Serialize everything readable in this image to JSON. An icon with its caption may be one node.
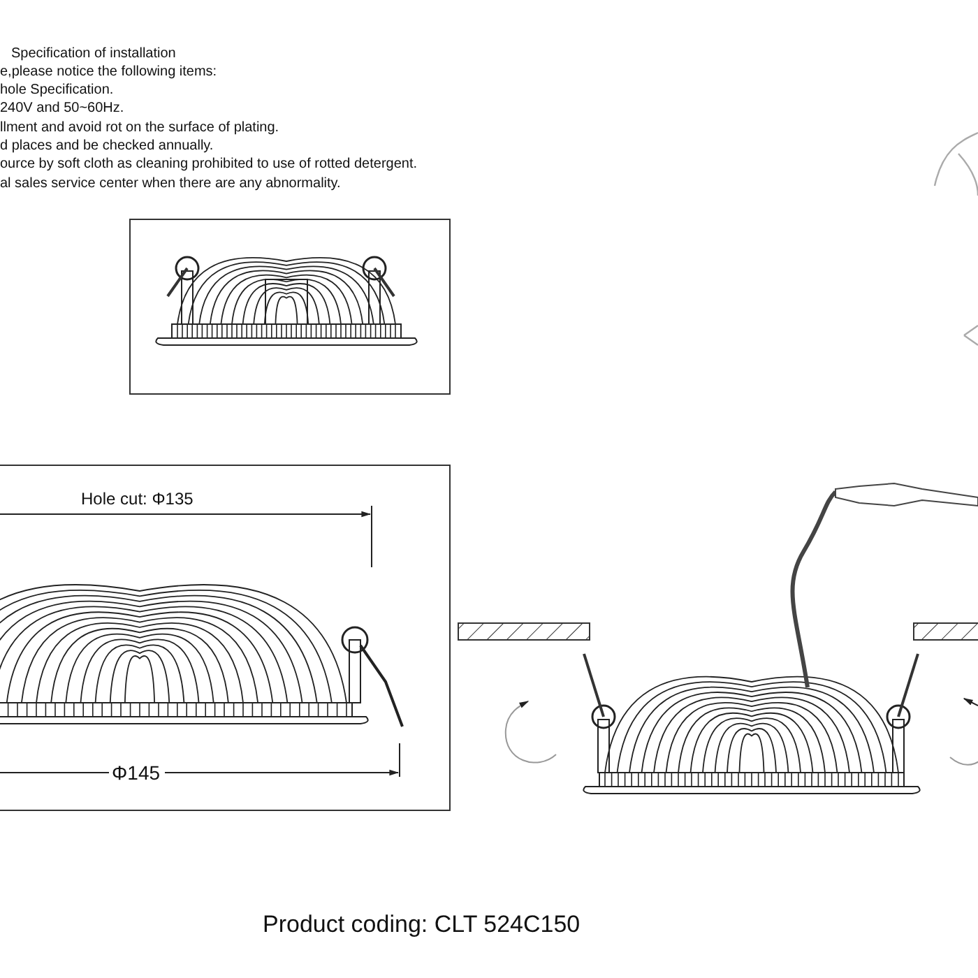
{
  "diagram": {
    "caption": "Product coding: CLT 524C150",
    "labels": [
      "Specification of installation",
      "e,please notice the following items:",
      "hole Specification.",
      "240V and 50~60Hz.",
      "llment and avoid rot on the surface of plating.",
      "d places and be checked annually.",
      "ource by soft cloth as cleaning prohibited to use of rotted detergent.",
      "al sales service center when there are any abnormality.",
      "Hole cut: Φ135",
      "Φ145"
    ]
  }
}
